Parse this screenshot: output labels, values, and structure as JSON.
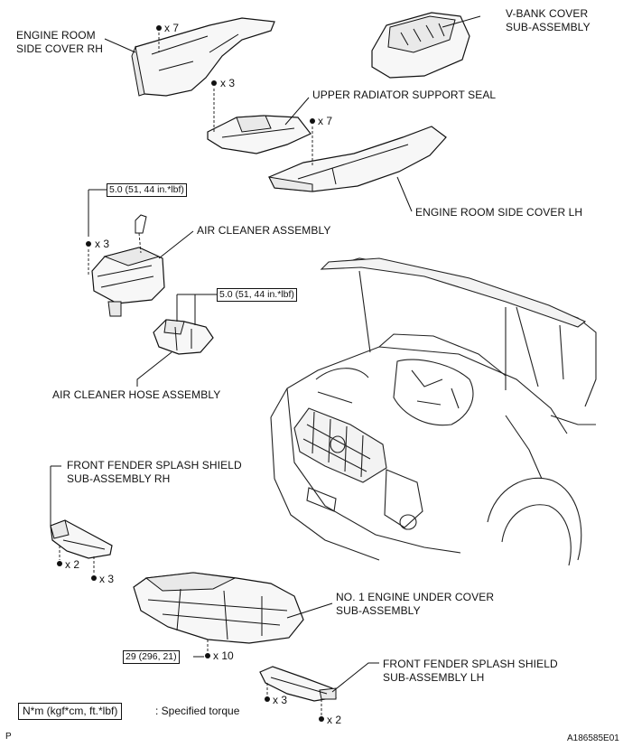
{
  "labels": {
    "engine_room_side_cover_rh": [
      "ENGINE ROOM",
      "SIDE COVER RH"
    ],
    "v_bank_cover": [
      "V-BANK COVER",
      "SUB-ASSEMBLY"
    ],
    "upper_radiator_support_seal": "UPPER RADIATOR SUPPORT SEAL",
    "engine_room_side_cover_lh": "ENGINE ROOM SIDE COVER LH",
    "air_cleaner_assembly": "AIR CLEANER ASSEMBLY",
    "air_cleaner_hose_assembly": "AIR CLEANER HOSE ASSEMBLY",
    "front_fender_splash_shield_rh": [
      "FRONT FENDER SPLASH SHIELD",
      "SUB-ASSEMBLY RH"
    ],
    "no1_engine_under_cover": [
      "NO. 1 ENGINE UNDER COVER",
      "SUB-ASSEMBLY"
    ],
    "front_fender_splash_shield_lh": [
      "FRONT FENDER SPLASH SHIELD",
      "SUB-ASSEMBLY LH"
    ]
  },
  "quantities": {
    "side_cover_rh_bolts": "x 7",
    "radiator_seal_bolts": "x 3",
    "side_cover_lh_bolts": "x 7",
    "air_cleaner_bolts": "x 3",
    "splash_rh_bolts_a": "x 2",
    "splash_rh_bolts_b": "x 3",
    "under_cover_bolts": "x 10",
    "splash_lh_bolts_a": "x 3",
    "splash_lh_bolts_b": "x 2"
  },
  "torques": {
    "air_cleaner": "5.0 (51, 44 in.*lbf)",
    "hose_clamp": "5.0 (51, 44 in.*lbf)",
    "under_cover": "29 (296, 21)"
  },
  "legend": {
    "unit_box": "N*m (kgf*cm, ft.*lbf)",
    "unit_text": ": Specified torque"
  },
  "corner": {
    "left": "P",
    "right": "A186585E01"
  }
}
